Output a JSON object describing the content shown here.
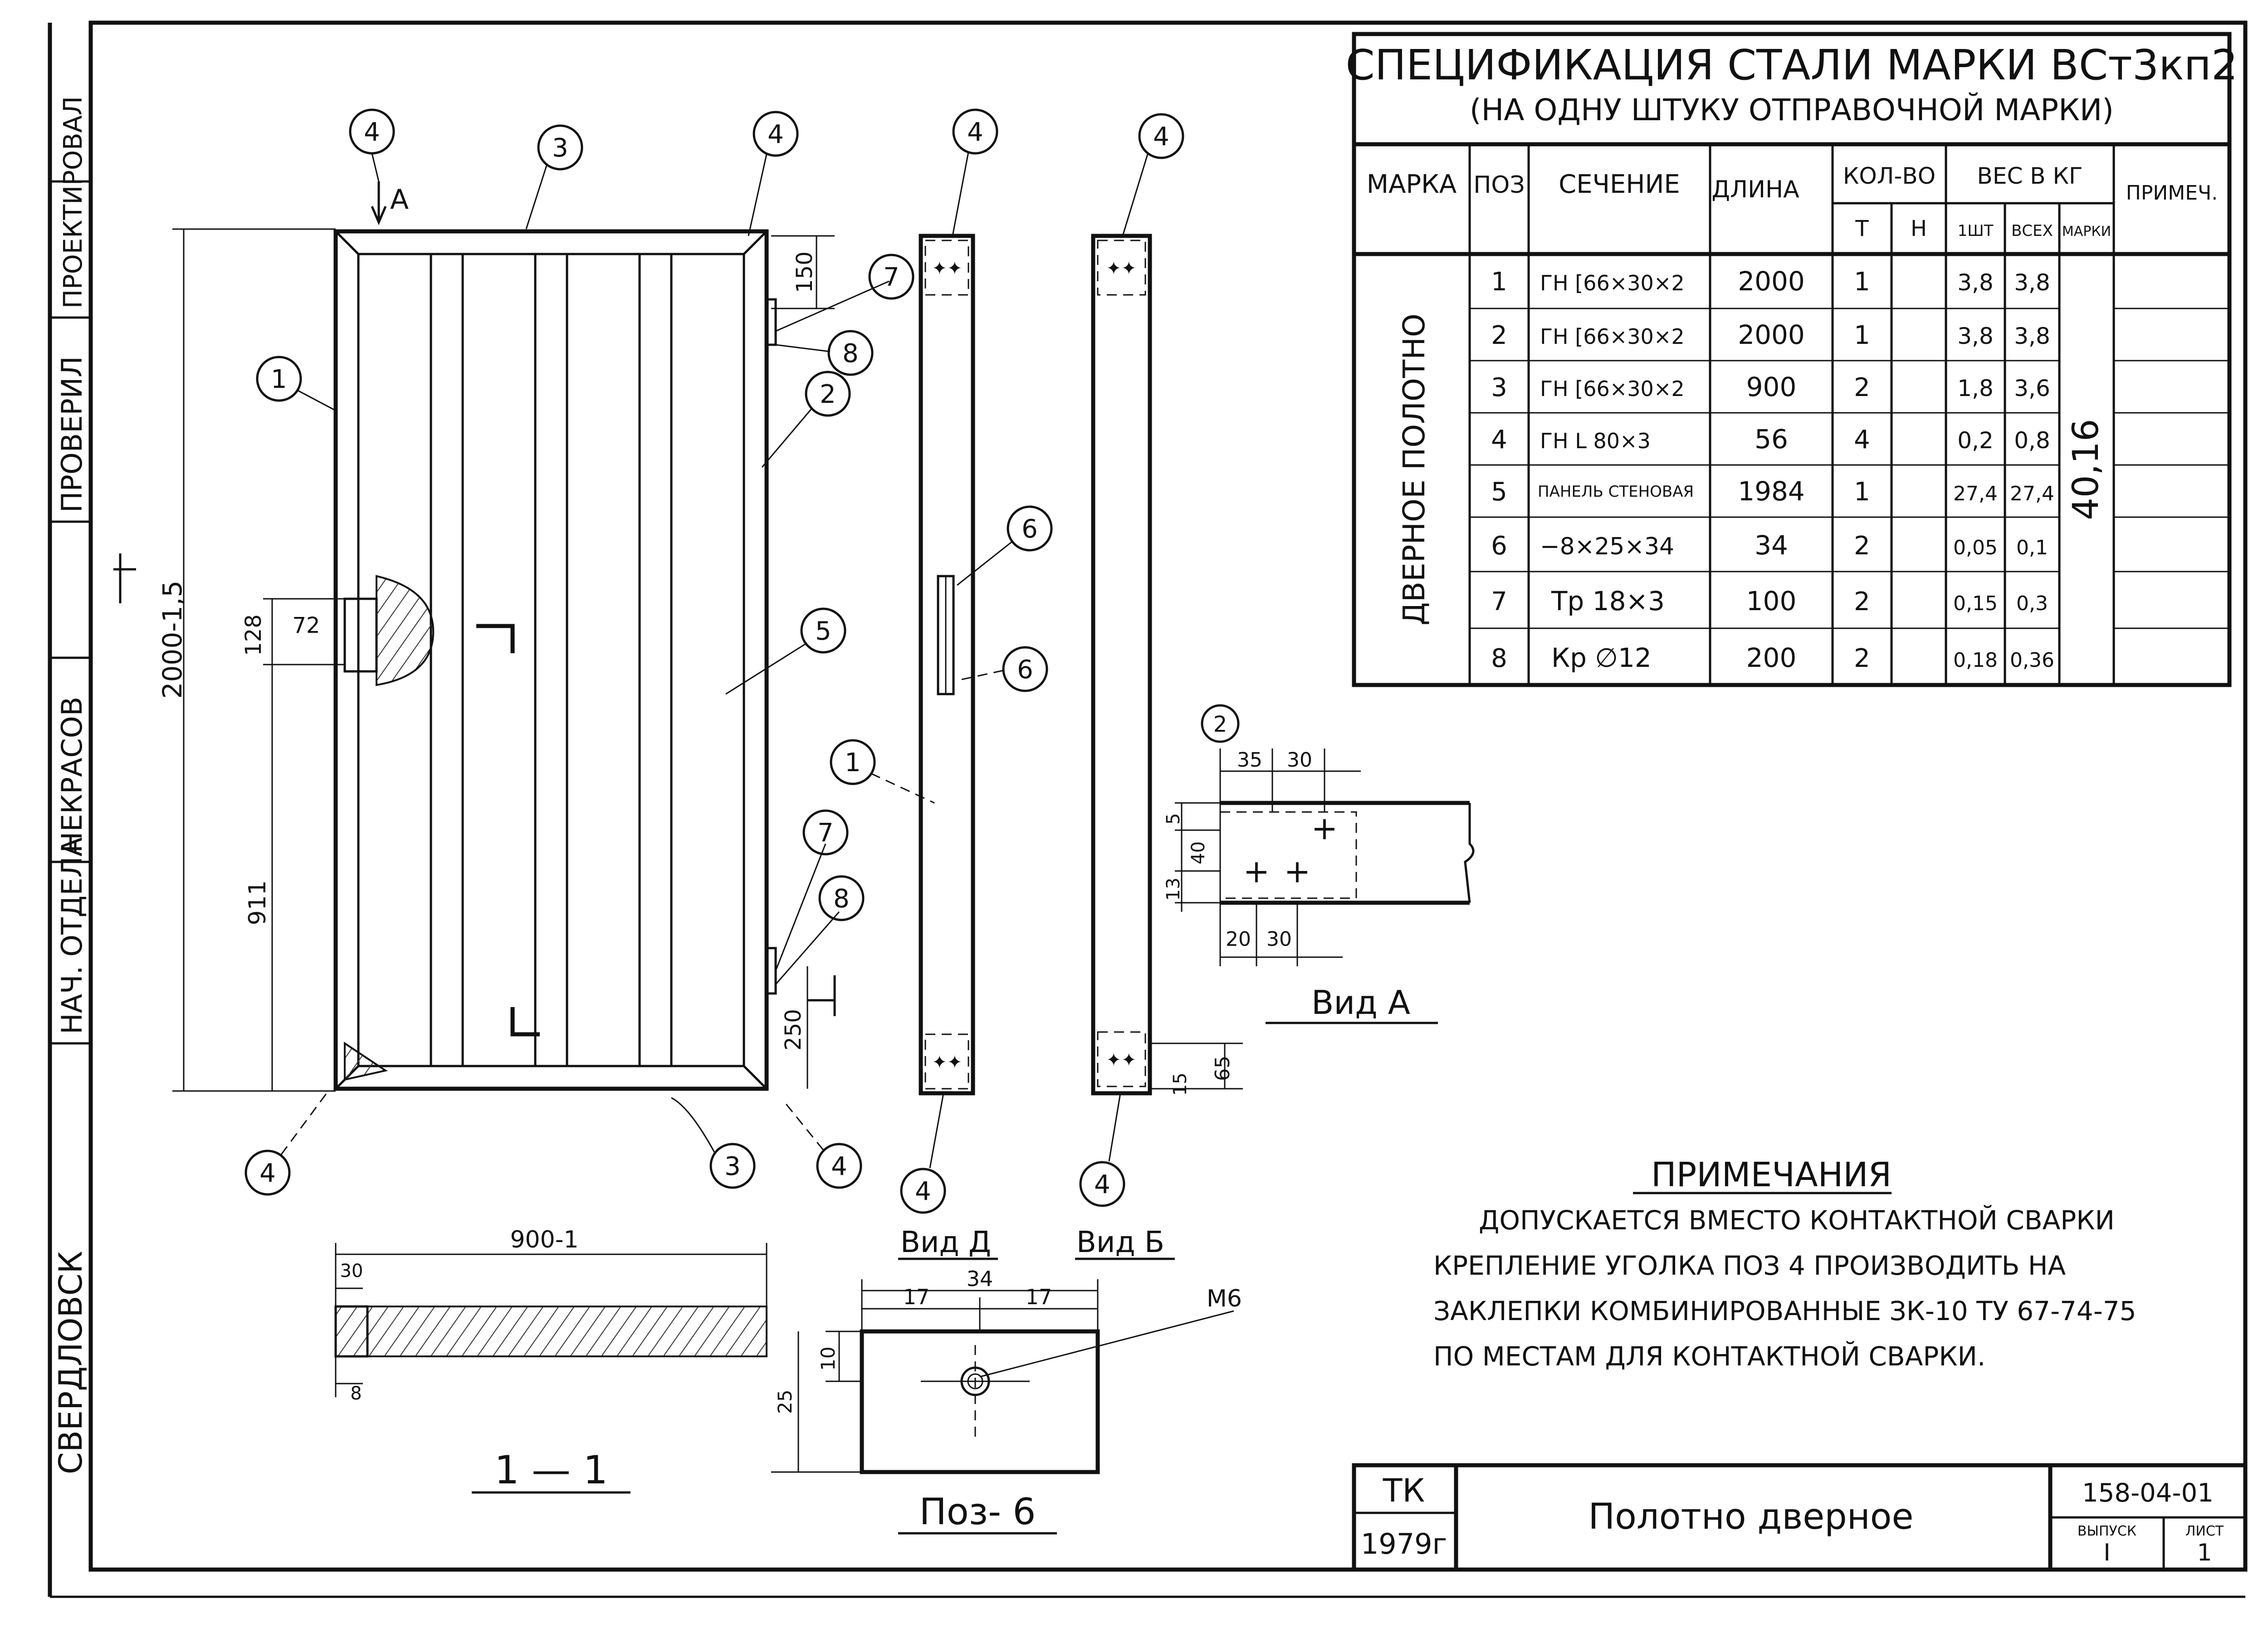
{
  "spec": {
    "title": "СПЕЦИФИКАЦИЯ СТАЛИ МАРКИ ВСт3кп2",
    "subtitle": "(НА ОДНУ ШТУКУ ОТПРАВОЧНОЙ МАРКИ)",
    "headers": {
      "mark": "МАРКА",
      "pos": "ПОЗ",
      "section": "СЕЧЕНИЕ",
      "length": "ДЛИНА",
      "qty": "КОЛ-ВО",
      "qty_t": "Т",
      "qty_n": "Н",
      "weight": "ВЕС В КГ",
      "w_one": "1ШТ",
      "w_all": "ВСЕХ",
      "w_mark": "МАРКИ",
      "note": "ПРИМЕЧ."
    },
    "mark_name": "ДВЕРНОЕ ПОЛОТНО",
    "mark_weight": "40,16",
    "rows": [
      {
        "pos": "1",
        "section": "ГН [66×30×2",
        "length": "2000",
        "qty": "1",
        "w_one": "3,8",
        "w_all": "3,8"
      },
      {
        "pos": "2",
        "section": "ГН [66×30×2",
        "length": "2000",
        "qty": "1",
        "w_one": "3,8",
        "w_all": "3,8"
      },
      {
        "pos": "3",
        "section": "ГН [66×30×2",
        "length": "900",
        "qty": "2",
        "w_one": "1,8",
        "w_all": "3,6"
      },
      {
        "pos": "4",
        "section": "ГН L 80×3",
        "length": "56",
        "qty": "4",
        "w_one": "0,2",
        "w_all": "0,8"
      },
      {
        "pos": "5",
        "section": "ПАНЕЛЬ СТЕНОВАЯ",
        "length": "1984",
        "qty": "1",
        "w_one": "27,4",
        "w_all": "27,4"
      },
      {
        "pos": "6",
        "section": "−8×25×34",
        "length": "34",
        "qty": "2",
        "w_one": "0,05",
        "w_all": "0,1"
      },
      {
        "pos": "7",
        "section": "Тр 18×3",
        "length": "100",
        "qty": "2",
        "w_one": "0,15",
        "w_all": "0,3"
      },
      {
        "pos": "8",
        "section": "Кр ∅12",
        "length": "200",
        "qty": "2",
        "w_one": "0,18",
        "w_all": "0,36"
      }
    ]
  },
  "notes": {
    "title": "ПРИМЕЧАНИЯ",
    "lines": [
      "ДОПУСКАЕТСЯ ВМЕСТО КОНТАКТНОЙ СВАРКИ",
      "КРЕПЛЕНИЕ УГОЛКА ПОЗ 4 ПРОИЗВОДИТЬ НА",
      "ЗАКЛЕПКИ КОМБИНИРОВАННЫЕ ЗК-10 ТУ 67-74-75",
      "ПО МЕСТАМ ДЛЯ КОНТАКТНОЙ СВАРКИ."
    ]
  },
  "titleblock": {
    "org": "ТК",
    "year": "1979г",
    "name": "Полотно дверное",
    "code": "158-04-01",
    "issue_label": "ВЫПУСК",
    "issue": "I",
    "sheet_label": "ЛИСТ",
    "sheet": "1"
  },
  "sidebar": {
    "labels": [
      "НАЧ. ОТДЕЛА",
      "НЕКРАСОВ",
      "ПРОВЕРИЛ",
      "ПРОЕКТИРОВАЛ"
    ],
    "author": "СВЕРДЛОВСК"
  },
  "views": {
    "view_a": "Вид А",
    "view_d": "Вид Д",
    "view_b": "Вид Б",
    "section_1": "1 — 1",
    "pos6": "Поз- 6",
    "arrow_a": "А",
    "bolt": "М6"
  },
  "dims": {
    "height": "2000-1,5",
    "lower": "911",
    "hinge_top": "150",
    "hinge_bot": "250",
    "handle_w": "72",
    "handle_h": "128",
    "width": "900-1",
    "sec_t": "30",
    "sec_b": "8",
    "p6_w": "34",
    "p6_l": "17",
    "p6_r": "17",
    "p6_hole": "10",
    "p6_h": "25",
    "va_35": "35",
    "va_30a": "30",
    "va_5": "5",
    "va_40": "40",
    "va_13": "13",
    "va_20": "20",
    "va_30b": "30",
    "corner_65": "65",
    "corner_15": "15"
  },
  "callouts": [
    "1",
    "2",
    "3",
    "4",
    "5",
    "6",
    "7",
    "8"
  ]
}
